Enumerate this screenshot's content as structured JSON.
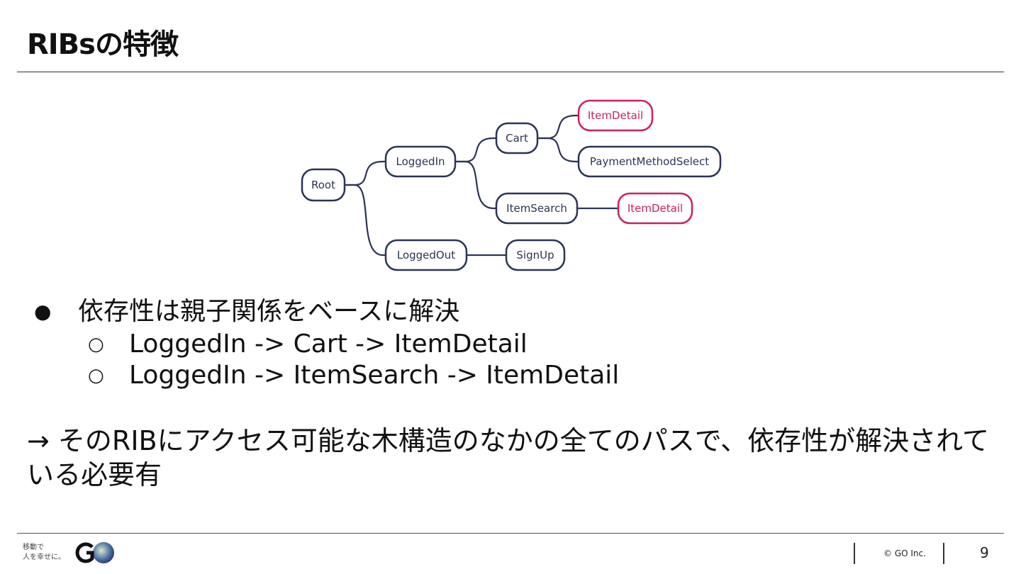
{
  "slide": {
    "title": "RIBsの特徴",
    "bullets": {
      "main_marker": "●",
      "main": "依存性は親子関係をベースに解決",
      "sub_marker": "○",
      "sub": [
        "LoggedIn -> Cart -> ItemDetail",
        "LoggedIn -> ItemSearch -> ItemDetail"
      ]
    },
    "note": "→ そのRIBにアクセス可能な木構造のなかの全てのパスで、依存性が解決されている必要有"
  },
  "diagram": {
    "nodes": [
      {
        "id": "root",
        "label": "Root",
        "highlight": false
      },
      {
        "id": "loggedin",
        "label": "LoggedIn",
        "highlight": false
      },
      {
        "id": "loggedout",
        "label": "LoggedOut",
        "highlight": false
      },
      {
        "id": "cart",
        "label": "Cart",
        "highlight": false
      },
      {
        "id": "itemsearch",
        "label": "ItemSearch",
        "highlight": false
      },
      {
        "id": "signup",
        "label": "SignUp",
        "highlight": false
      },
      {
        "id": "itemdetail1",
        "label": "ItemDetail",
        "highlight": true
      },
      {
        "id": "payment",
        "label": "PaymentMethodSelect",
        "highlight": false
      },
      {
        "id": "itemdetail2",
        "label": "ItemDetail",
        "highlight": true
      }
    ],
    "edges": [
      [
        "root",
        "loggedin"
      ],
      [
        "root",
        "loggedout"
      ],
      [
        "loggedin",
        "cart"
      ],
      [
        "loggedin",
        "itemsearch"
      ],
      [
        "cart",
        "itemdetail1"
      ],
      [
        "cart",
        "payment"
      ],
      [
        "itemsearch",
        "itemdetail2"
      ],
      [
        "loggedout",
        "signup"
      ]
    ],
    "colors": {
      "normal": "#2b3555",
      "highlight": "#cc2060"
    }
  },
  "footer": {
    "tagline_line1": "移動で",
    "tagline_line2": "人を幸せに。",
    "logo": "GO",
    "copyright": "© GO Inc.",
    "page_number": "9"
  }
}
